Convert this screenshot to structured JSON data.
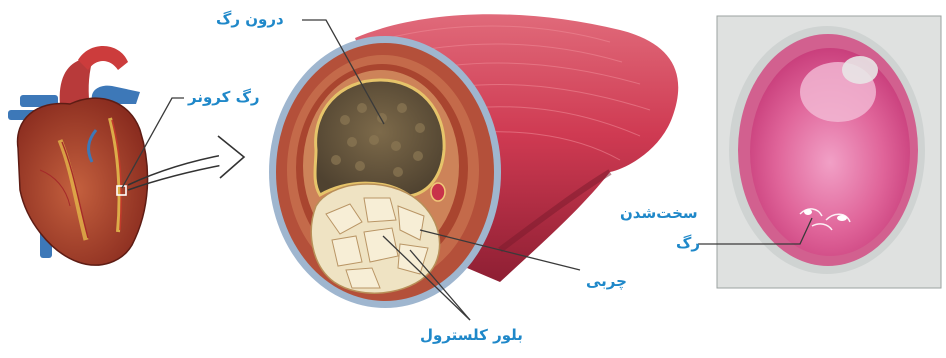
{
  "labels": {
    "lumen": "درون رگ",
    "coronary": "رگ کرونر",
    "hardening_line1": "سخت‌شدن",
    "hardening_line2": "رگ",
    "fat": "چربی",
    "crystal": "بلور کلسترول"
  },
  "colors": {
    "label_text": "#1f88c9",
    "leader_line": "#3a3a3a",
    "vessel_outer": "#c8334a",
    "vessel_wall": "#b4503a",
    "lumen_fill": "#6b5a3e",
    "plaque": "#efe3c3",
    "stain_pink": "#d94b86"
  },
  "icons": [
    "heart-illustration",
    "zoom-arrow-icon",
    "artery-cross-section",
    "micrograph-panel"
  ]
}
